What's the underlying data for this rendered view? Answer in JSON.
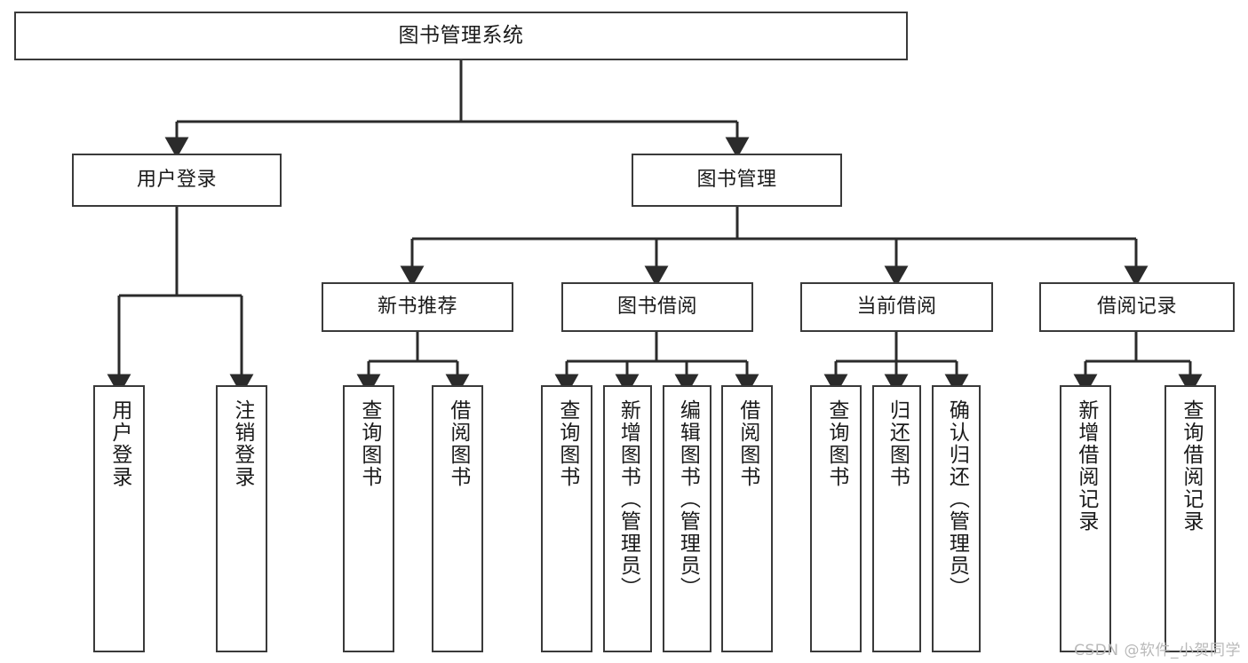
{
  "diagram": {
    "title": "图书管理系统",
    "watermark": "CSDN @软件_小贺同学",
    "colors": {
      "box_border": "#3a3a3a",
      "box_fill": "#ffffff",
      "edge": "#2b2b2b",
      "text": "#1a1a1a",
      "background": "#ffffff",
      "watermark": "#b9b9b9"
    },
    "nodes": {
      "root": {
        "label": "图书管理系统"
      },
      "level2": [
        {
          "label": "用户登录"
        },
        {
          "label": "图书管理"
        }
      ],
      "level3": [
        {
          "label": "新书推荐"
        },
        {
          "label": "图书借阅"
        },
        {
          "label": "当前借阅"
        },
        {
          "label": "借阅记录"
        }
      ],
      "leaves": {
        "user_login": [
          {
            "label": "用户登录"
          },
          {
            "label": "注销登录"
          }
        ],
        "new_book_recommend": [
          {
            "label": "查询图书"
          },
          {
            "label": "借阅图书"
          }
        ],
        "book_borrow": [
          {
            "label": "查询图书"
          },
          {
            "label": "新增图书（管理员）"
          },
          {
            "label": "编辑图书（管理员）"
          },
          {
            "label": "借阅图书"
          }
        ],
        "current_borrow": [
          {
            "label": "查询图书"
          },
          {
            "label": "归还图书"
          },
          {
            "label": "确认归还（管理员）"
          }
        ],
        "borrow_record": [
          {
            "label": "新增借阅记录"
          },
          {
            "label": "查询借阅记录"
          }
        ]
      }
    }
  }
}
